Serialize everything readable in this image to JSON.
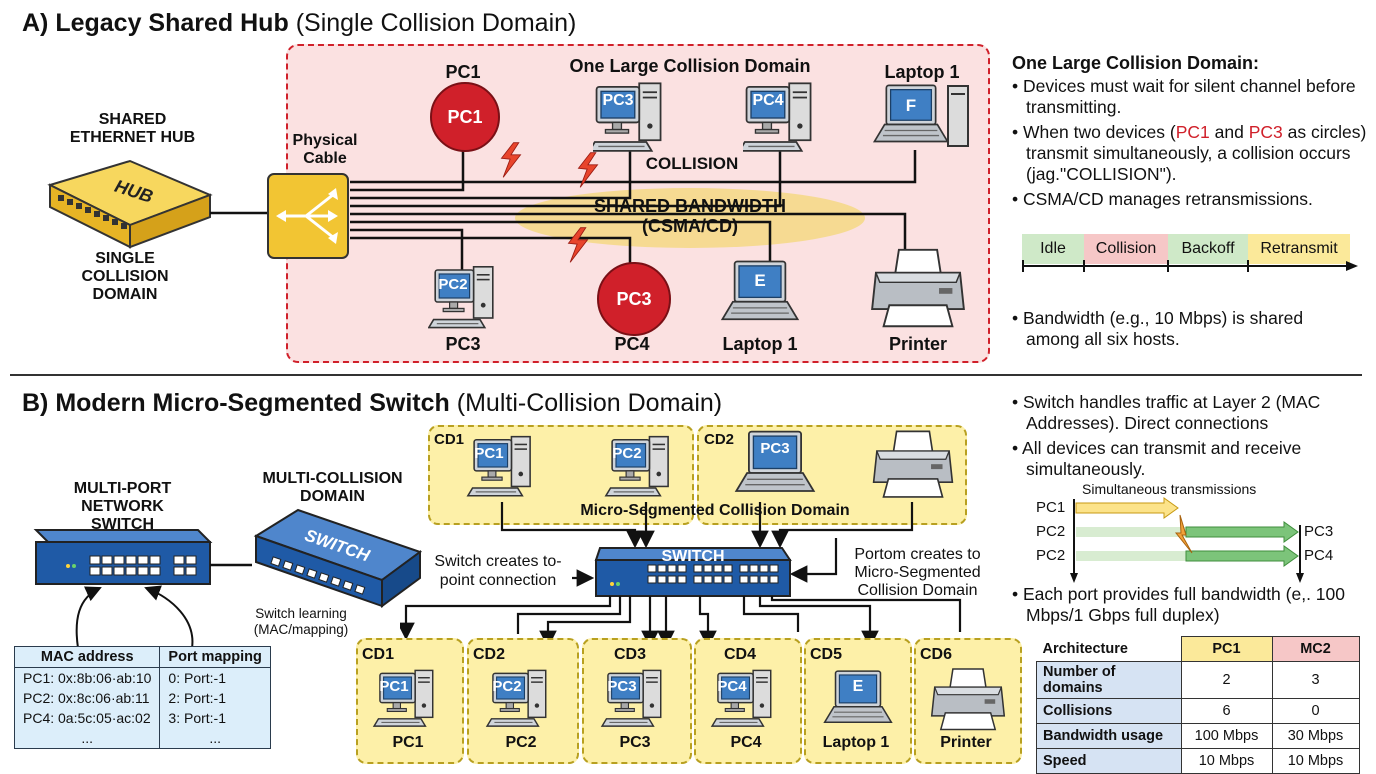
{
  "section_a": {
    "title_bold": "A) Legacy Shared Hub",
    "title_light": "(Single Collision Domain)",
    "hub_heading": [
      "SHARED",
      "ETHERNET HUB"
    ],
    "hub_label": "HUB",
    "hub_caption": [
      "SINGLE",
      "COLLISION",
      "DOMAIN"
    ],
    "physical_cable": [
      "Physical",
      "Cable"
    ],
    "domain_label": "One Large Collision Domain",
    "collision_label": "COLLISION",
    "shared_bandwidth": [
      "SHARED BANDWIDTH",
      "(CSMA/CD)"
    ],
    "devices": {
      "pc1_top": "PC1",
      "pc1_circle": "PC1",
      "pc3_screen": "PC3",
      "pc4_screen": "PC4",
      "laptop_top": "Laptop 1",
      "laptop_top_screen": "F",
      "pc2_screen": "PC2",
      "pc2_caption": "PC3",
      "pc3_circle": "PC3",
      "pc3_circle_caption": "PC4",
      "laptop_bottom_screen": "E",
      "laptop_bottom_caption": "Laptop 1",
      "printer_caption": "Printer"
    }
  },
  "notes_a": {
    "heading": "One Large Collision Domain:",
    "b1": "Devices must wait for silent channel before transmitting.",
    "b2_pre": "When two devices (",
    "b2_pc1": "PC1",
    "b2_and": " and ",
    "b2_pc3": "PC3",
    "b2_post": " as circles) transmit simultaneously, a collision occurs (jag.\"COLLISION\").",
    "b3": "CSMA/CD manages retransmissions.",
    "timeline": [
      {
        "label": "Idle",
        "color": "#cfe9c8"
      },
      {
        "label": "Collision",
        "color": "#f6c7c7"
      },
      {
        "label": "Backoff",
        "color": "#cfe9c8"
      },
      {
        "label": "Retransmit",
        "color": "#fbe99a"
      }
    ],
    "b4": "Bandwidth (e.g., 10 Mbps) is shared among all six hosts."
  },
  "section_b": {
    "title_bold": "B) Modern Micro-Segmented Switch",
    "title_light": "(Multi-Collision Domain)",
    "multiport_heading": [
      "MULTI-PORT",
      "NETWORK",
      "SWITCH"
    ],
    "multicollision_heading": [
      "MULTI-COLLISION",
      "DOMAIN"
    ],
    "switch_label": "SWITCH",
    "switch_learning": [
      "Switch learning",
      "(MAC/mapping)"
    ],
    "creates_conn": [
      "Switch creates to-",
      "point connection"
    ],
    "portom": [
      "Portom creates to",
      "Micro-Segmented",
      "Collision Domain"
    ],
    "micro_label": "Micro-Segmented Collision Domain",
    "center_switch": "SWITCH",
    "cd1_top": "CD1",
    "cd1_pc_a": "PC1",
    "cd1_pc_b": "PC2",
    "cd2_top": "CD2",
    "cd2_laptop": "PC3",
    "mac_table": {
      "headers": [
        "MAC address",
        "Port mapping"
      ],
      "rows": [
        [
          "PC1: 0x:8b:06·ab:10",
          "0: Port:-1"
        ],
        [
          "PC2: 0x:8c:06·ab:11",
          "2: Port:-1"
        ],
        [
          "PC4: 0a:5c:05·ac:02",
          "3: Port:-1"
        ],
        [
          "...",
          "..."
        ]
      ]
    },
    "bottom_domains": [
      {
        "cd": "CD1",
        "screen": "PC1",
        "caption": "PC1"
      },
      {
        "cd": "CD2",
        "screen": "PC2",
        "caption": "PC2"
      },
      {
        "cd": "CD3",
        "screen": "PC3",
        "caption": "PC3"
      },
      {
        "cd": "CD4",
        "screen": "PC4",
        "caption": "PC4"
      },
      {
        "cd": "CD5",
        "screen": "E",
        "caption": "Laptop 1"
      },
      {
        "cd": "CD6",
        "screen": "",
        "caption": "Printer"
      }
    ]
  },
  "notes_b": {
    "b1": "Switch handles traffic at Layer 2 (MAC Addresses). Direct connections",
    "b2": "All devices can transmit and receive simultaneously.",
    "sim_title": "Simultaneous transmissions",
    "sim_rows": [
      {
        "left": "PC1",
        "right": ""
      },
      {
        "left": "PC2",
        "right": "PC3"
      },
      {
        "left": "PC2",
        "right": "PC4"
      }
    ],
    "b3": "Each port provides full bandwidth (e,. 100 Mbps/1 Gbps full duplex)",
    "compare_table": {
      "headers": [
        "Architecture",
        "PC1",
        "MC2"
      ],
      "rows": [
        [
          "Number of domains",
          "2",
          "3"
        ],
        [
          "Collisions",
          "6",
          "0"
        ],
        [
          "Bandwidth usage",
          "100 Mbps",
          "30 Mbps"
        ],
        [
          "Speed",
          "10 Mbps",
          "10 Mbps"
        ]
      ]
    }
  },
  "colors": {
    "hub_yellow": "#f2c533",
    "domain_pink": "#fbe1e1",
    "domain_border": "#d0202a",
    "collision_red": "#d0202a",
    "switch_blue": "#1f5aa6",
    "micro_yellow": "#fdf0a8",
    "screen_blue": "#3f7fc4",
    "bandwidth_ellipse": "#f5d98a"
  }
}
